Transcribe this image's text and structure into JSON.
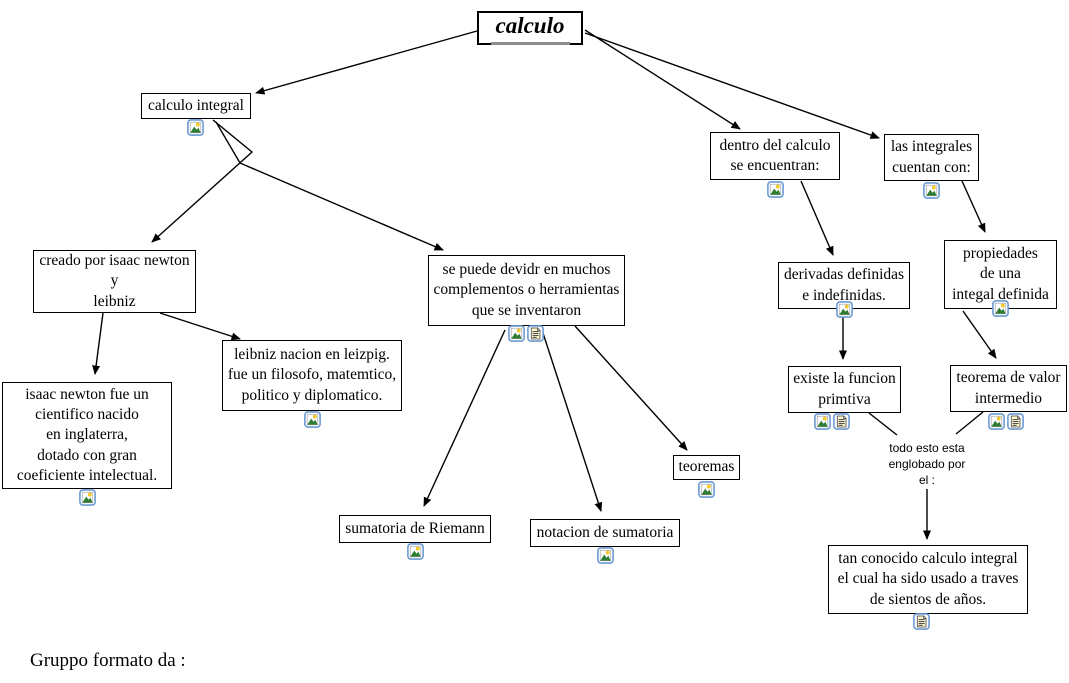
{
  "title": {
    "label": "calculo"
  },
  "nodes": {
    "calculo_integral": {
      "label": "calculo integral"
    },
    "creado": {
      "label": "creado por isaac newton\ny\nleibniz"
    },
    "isaac": {
      "label": "isaac newton fue un\ncientifico nacido\nen inglaterra,\ndotado con gran\ncoeficiente intelectual."
    },
    "leibniz": {
      "label": "leibniz nacion en leizpig.\nfue un filosofo, matemtico,\npolitico y diplomatico."
    },
    "se_puede": {
      "label": "se puede devidr en muchos\ncomplementos o herramientas\nque se inventaron"
    },
    "sumatoria": {
      "label": "sumatoria de Riemann"
    },
    "notacion": {
      "label": "notacion de sumatoria"
    },
    "teoremas": {
      "label": "teoremas"
    },
    "dentro": {
      "label": "dentro del calculo\nse encuentran:"
    },
    "integrales": {
      "label": "las integrales\ncuentan con:"
    },
    "derivadas": {
      "label": "derivadas definidas\ne indefinidas."
    },
    "propiedades": {
      "label": "propiedades\nde una\nintegal definida"
    },
    "existe": {
      "label": "existe la funcion\nprimtiva"
    },
    "teorema_valor": {
      "label": "teorema de valor\nintermedio"
    },
    "tan_conocido": {
      "label": "tan conocido calculo integral\nel cual ha sido usado a traves\nde sientos de años."
    }
  },
  "linking_phrases": {
    "englobado": {
      "label": "todo esto esta\nenglobado por\nel :"
    }
  },
  "footer": {
    "label": "Gruppo formato da :"
  },
  "icons": {
    "image": "image-resource-icon",
    "document": "text-resource-icon"
  },
  "colors": {
    "node_border": "#000000",
    "node_background": "#ffffff",
    "title_underline": "#8c8c8c",
    "icon_frame_blue": "#6b9bd2",
    "icon_page_yellow": "#fdf6cf",
    "icon_mountain_green": "#2e7d32",
    "icon_sun_yellow": "#ffd21e",
    "connector": "#000000"
  }
}
